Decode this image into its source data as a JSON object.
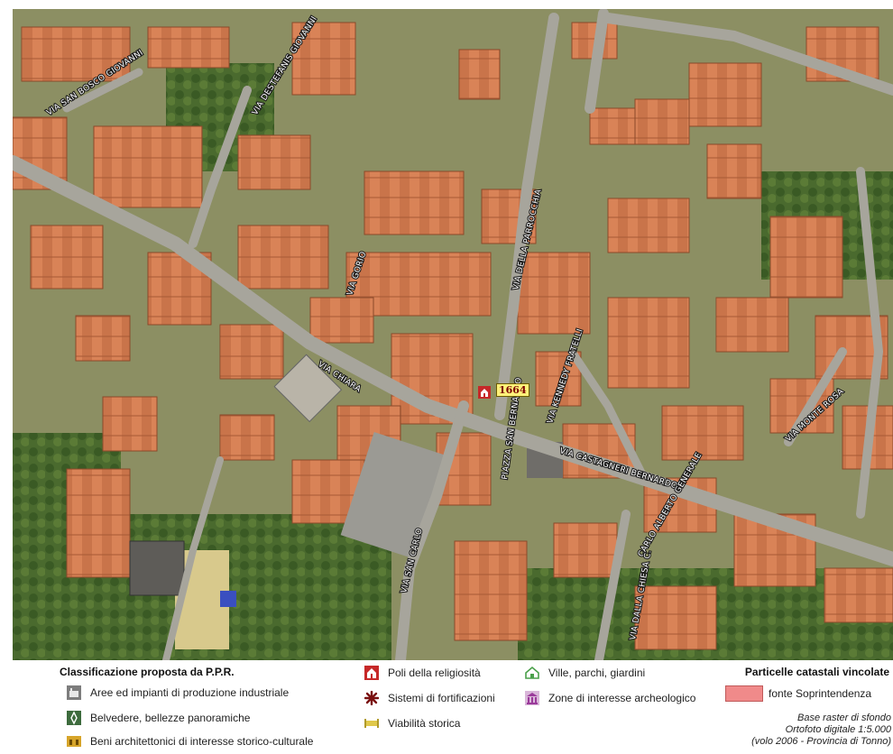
{
  "map": {
    "streets": [
      "VIA SAN BOSCO GIOVANNI",
      "VIA DESTEFANIS GIOVANNI",
      "VIA GORIO",
      "VIA DELLA PARROCCHIA",
      "VIA CHIARA",
      "PIAZZA SAN BERNARDO",
      "VIA KENNEDY FRATELLI",
      "VIA MONTE ROSA",
      "VIA CASTAGNERI BERNARDO",
      "CARLO ALBERTO GENERALE",
      "VIA DALLA CHIESA C.",
      "VIA SAN CARLO"
    ],
    "feature_label": "1664",
    "feature_icon": "church-icon"
  },
  "legend": {
    "title": "Classificazione proposta da P.P.R.",
    "items": [
      {
        "icon": "industrial-icon",
        "label": "Aree ed impianti di produzione industriale",
        "color": "#7d7d7d"
      },
      {
        "icon": "belvedere-icon",
        "label": "Belvedere, bellezze panoramiche",
        "color": "#3d6b3d"
      },
      {
        "icon": "heritage-building-icon",
        "label": "Beni architettonici di interesse storico-culturale",
        "color": "#d7a52a"
      },
      {
        "icon": "church-icon",
        "label": "Poli della religiosità",
        "color": "#c62828"
      },
      {
        "icon": "fortification-icon",
        "label": "Sistemi di fortificazioni",
        "color": "#7a1010"
      },
      {
        "icon": "historic-road-icon",
        "label": "Viabilità storica",
        "color": "#e0c84a"
      },
      {
        "icon": "park-icon",
        "label": "Ville, parchi, giardini",
        "color": "#4aa04a"
      },
      {
        "icon": "archaeology-icon",
        "label": "Zone di interesse archeologico",
        "color": "#9a3a9a"
      }
    ],
    "cadastral": {
      "title": "Particelle catastali vincolate",
      "label": "fonte Soprintendenza",
      "color": "#f08a8a"
    },
    "source_lines": [
      "Base raster di sfondo",
      "Ortofoto digitale 1:5.000",
      "(volo 2006 - Provincia di Tonno)"
    ]
  }
}
